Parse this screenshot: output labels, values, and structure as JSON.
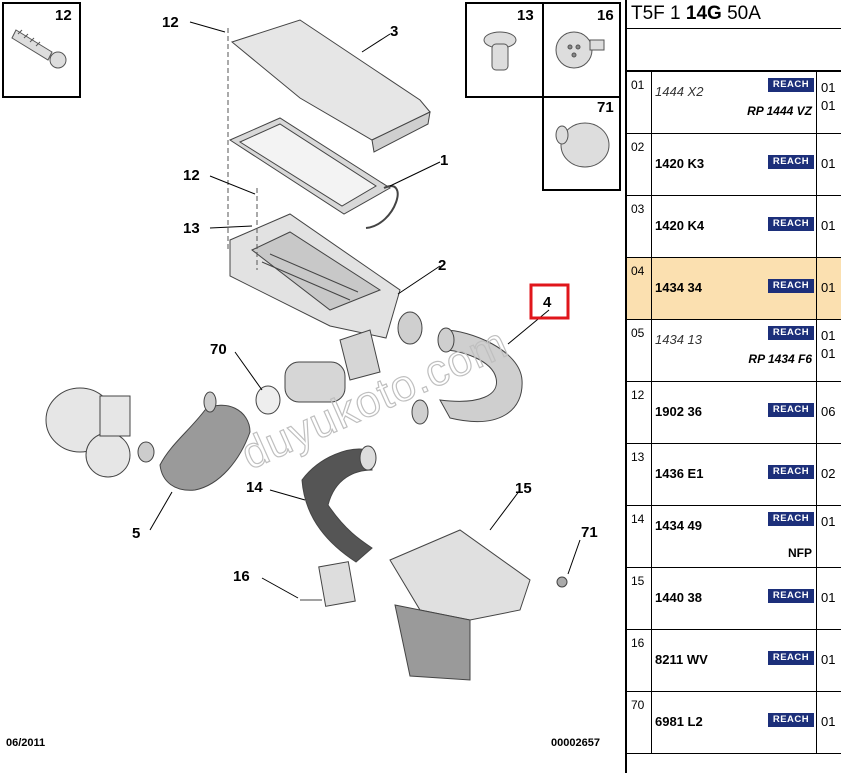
{
  "header": {
    "title_pre": "T5F 1 ",
    "title_bold": "14G",
    "title_post": " 50A"
  },
  "footer": {
    "date": "06/2011",
    "code": "00002657"
  },
  "watermark": "duyukoto.com",
  "callouts": {
    "c1": "1",
    "c2": "2",
    "c3": "3",
    "c4": "4",
    "c5": "5",
    "c12a": "12",
    "c12b": "12",
    "c13": "13",
    "c14": "14",
    "c15": "15",
    "c16": "16",
    "c70": "70",
    "c71": "71",
    "inset12": "12",
    "inset13": "13",
    "inset16": "16",
    "inset71": "71"
  },
  "rows": [
    {
      "index": "01",
      "ref": "1444 X2",
      "italic": true,
      "badge": "REACH",
      "qty": "01",
      "qty2": "01",
      "note": "RP 1444 VZ",
      "highlight": false
    },
    {
      "index": "02",
      "ref": "1420 K3",
      "italic": false,
      "badge": "REACH",
      "qty": "01",
      "qty2": "",
      "note": "",
      "highlight": false
    },
    {
      "index": "03",
      "ref": "1420 K4",
      "italic": false,
      "badge": "REACH",
      "qty": "01",
      "qty2": "",
      "note": "",
      "highlight": false
    },
    {
      "index": "04",
      "ref": "1434 34",
      "italic": false,
      "badge": "REACH",
      "qty": "01",
      "qty2": "",
      "note": "",
      "highlight": true
    },
    {
      "index": "05",
      "ref": "1434 13",
      "italic": true,
      "badge": "REACH",
      "qty": "01",
      "qty2": "01",
      "note": "RP 1434 F6",
      "highlight": false
    },
    {
      "index": "12",
      "ref": "1902 36",
      "italic": false,
      "badge": "REACH",
      "qty": "06",
      "qty2": "",
      "note": "",
      "highlight": false
    },
    {
      "index": "13",
      "ref": "1436 E1",
      "italic": false,
      "badge": "REACH",
      "qty": "02",
      "qty2": "",
      "note": "",
      "highlight": false
    },
    {
      "index": "14",
      "ref": "1434 49",
      "italic": false,
      "badge": "REACH",
      "qty": "01",
      "qty2": "",
      "note": "NFP",
      "highlight": false
    },
    {
      "index": "15",
      "ref": "1440 38",
      "italic": false,
      "badge": "REACH",
      "qty": "01",
      "qty2": "",
      "note": "",
      "highlight": false
    },
    {
      "index": "16",
      "ref": "8211 WV",
      "italic": false,
      "badge": "REACH",
      "qty": "01",
      "qty2": "",
      "note": "",
      "highlight": false
    },
    {
      "index": "70",
      "ref": "6981 L2",
      "italic": false,
      "badge": "REACH",
      "qty": "01",
      "qty2": "",
      "note": "",
      "highlight": false
    }
  ],
  "colors": {
    "highlight_row": "#fbe0b0",
    "badge": "#1c2f7a",
    "callout_box": "#e0161b"
  }
}
